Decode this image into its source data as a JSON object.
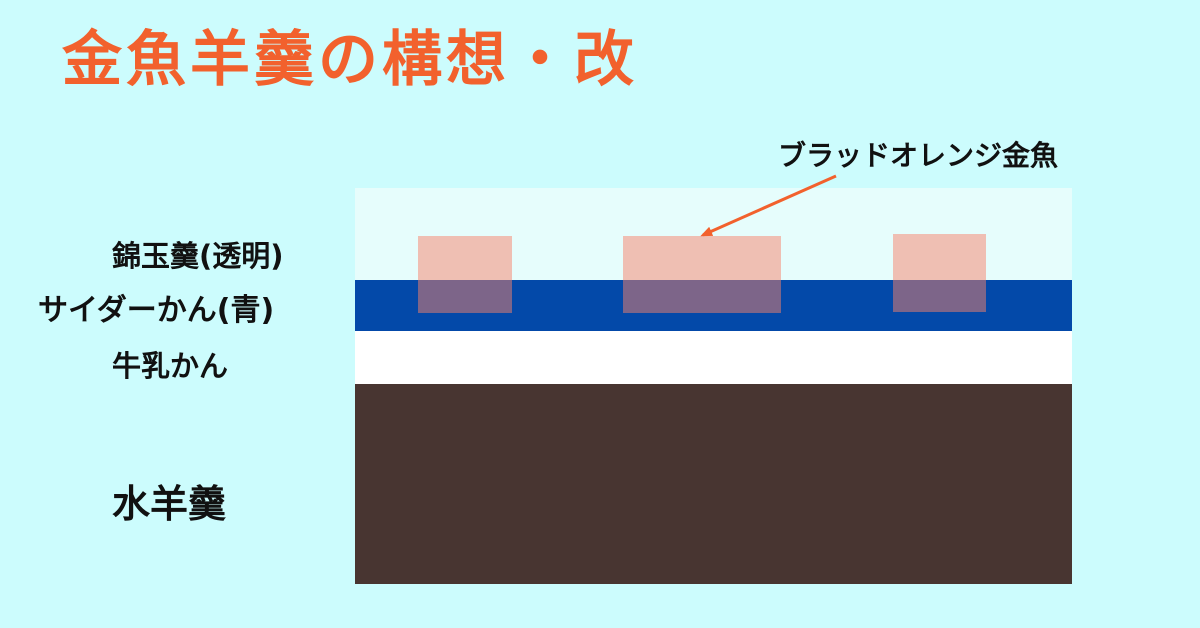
{
  "title": "金魚羊羹の構想・改",
  "callout": "ブラッドオレンジ金魚",
  "layers": {
    "nishikigyokukan": "錦玉羹(透明)",
    "cider": "サイダーかん(青)",
    "milk": "牛乳かん",
    "mizuyokan": "水羊羹"
  },
  "colors": {
    "background": "#ccfcfd",
    "title": "#f2612d",
    "clear_layer": "#e6fdfc",
    "cider_layer": "#0349a9",
    "milk_layer": "#ffffff",
    "yokan_layer": "#483531",
    "goldfish": "#f7826a",
    "arrow": "#f2612d"
  }
}
